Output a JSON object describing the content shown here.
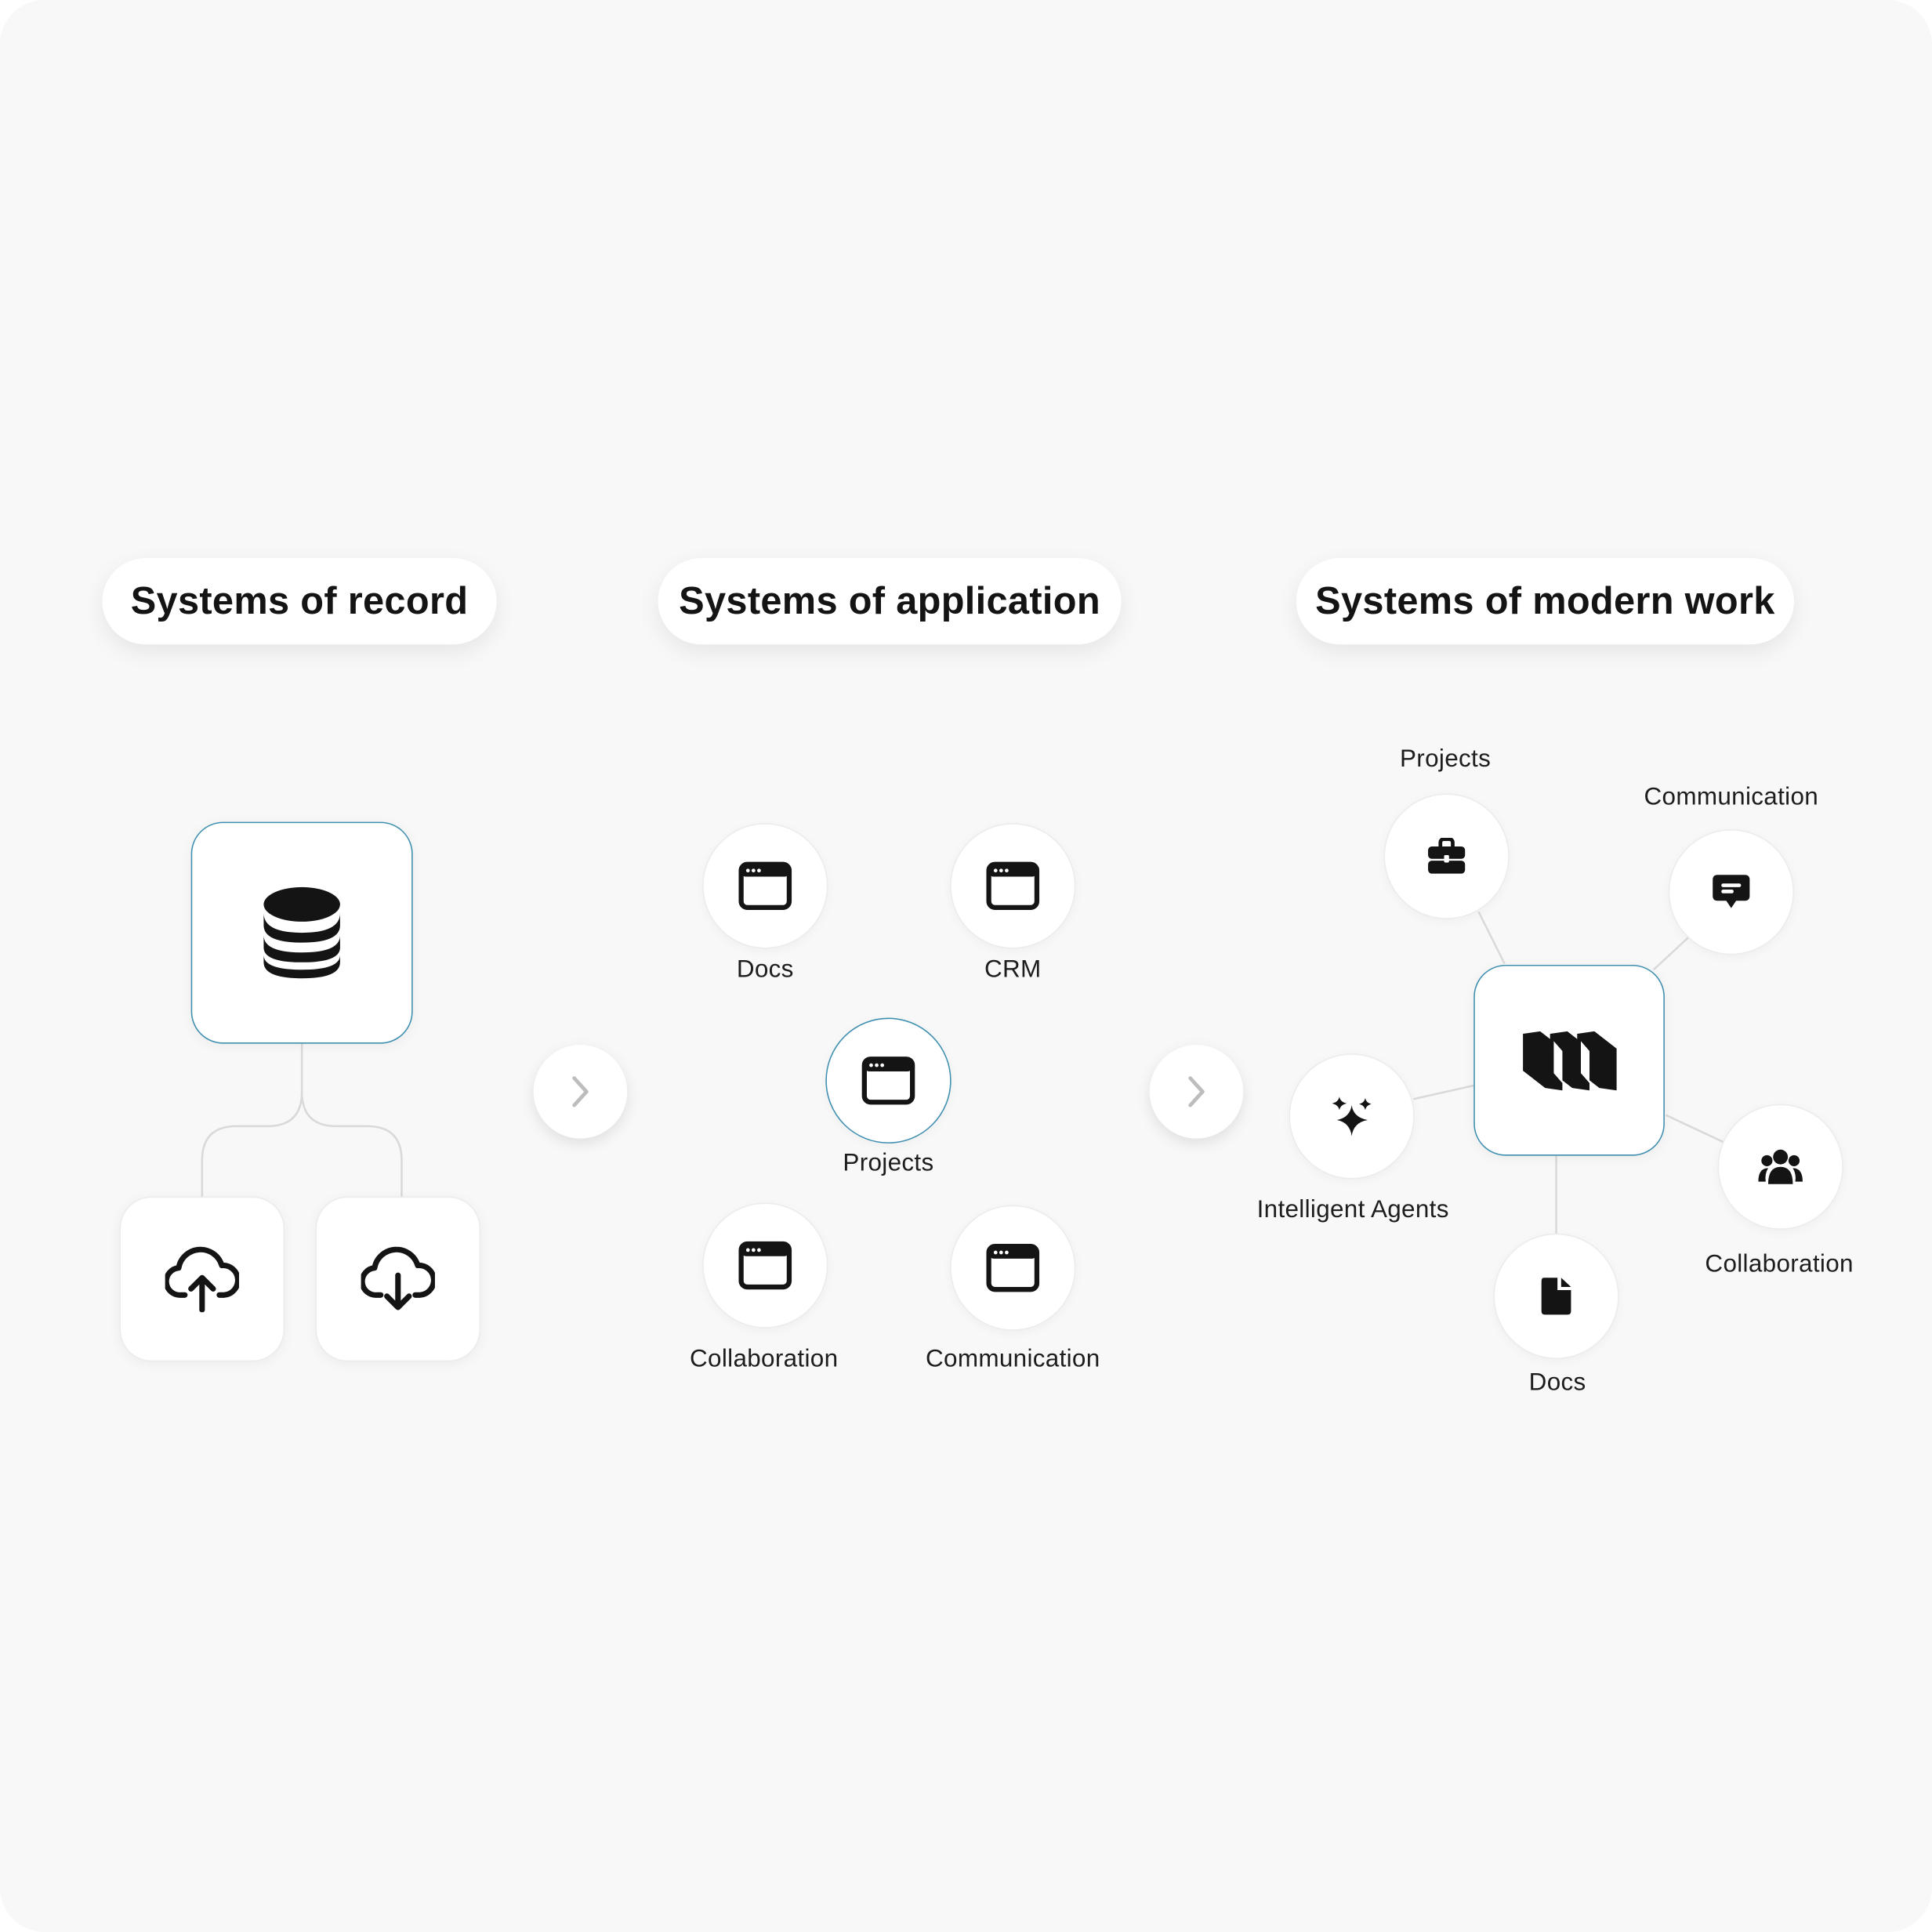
{
  "columns": {
    "record": {
      "title": "Systems of record"
    },
    "application": {
      "title": "Systems of application",
      "nodes": {
        "docs": "Docs",
        "crm": "CRM",
        "projects": "Projects",
        "collaboration": "Collaboration",
        "communication": "Communication"
      }
    },
    "modern_work": {
      "title": "Systems of modern work",
      "nodes": {
        "projects": "Projects",
        "communication": "Communication",
        "intelligent_agents": "Intelligent Agents",
        "collaboration": "Collaboration",
        "docs": "Docs"
      }
    }
  },
  "icons": {
    "database": "database-icon",
    "upload": "cloud-upload-icon",
    "download": "cloud-download-icon",
    "app_window": "app-window-icon",
    "briefcase": "briefcase-icon",
    "chat": "chat-bubble-icon",
    "sparkles": "sparkles-icon",
    "people": "people-icon",
    "document": "document-icon",
    "hub_logo": "hub-logo-icon",
    "chevron": "chevron-right-icon"
  },
  "colors": {
    "background": "#f8f8f8",
    "accent_border": "#3f8fb0",
    "icon": "#141414"
  }
}
